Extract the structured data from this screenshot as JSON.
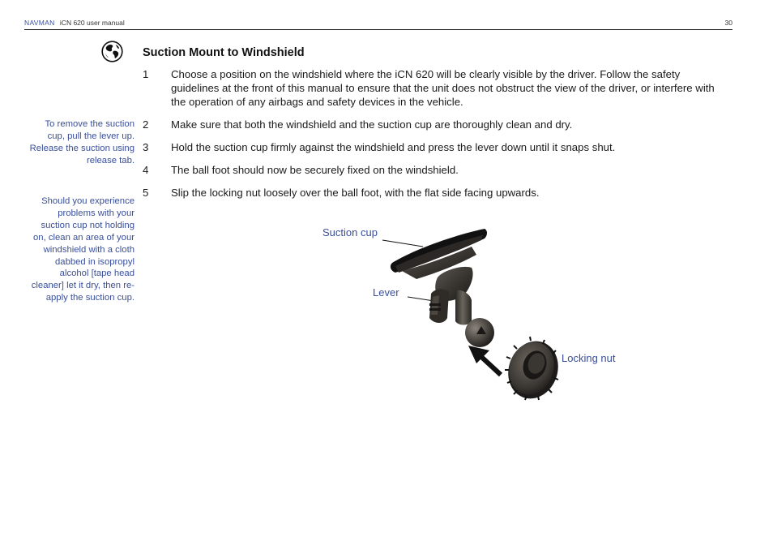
{
  "header": {
    "brand": "NAVMAN",
    "doc_title": "iCN 620 user manual",
    "page_number": "30"
  },
  "section": {
    "title": "Suction Mount to Windshield"
  },
  "steps": [
    {
      "number": "1",
      "text": "Choose a position on the windshield where the iCN 620 will be clearly visible by the driver. Follow the safety guidelines at the front of this manual to ensure that the unit does not obstruct the view of the driver, or interfere with the operation of any airbags and safety devices in the vehicle."
    },
    {
      "number": "2",
      "text": "Make sure that both the windshield and the suction cup are thoroughly clean and dry."
    },
    {
      "number": "3",
      "text": "Hold the suction cup firmly against the windshield and press the lever down until it snaps shut."
    },
    {
      "number": "4",
      "text": "The ball foot should now be securely fixed on the windshield."
    },
    {
      "number": "5",
      "text": "Slip the locking nut loosely over the ball foot, with the flat side facing upwards."
    }
  ],
  "sidebar_notes": [
    "To remove the suction cup, pull the lever up. Release the suction using release tab.",
    "Should you experience problems with your suction cup not holding on, clean an area of your windshield with a cloth dabbed in isopropyl alcohol [tape head cleaner] let it dry, then re-apply the suction cup."
  ],
  "figure_labels": {
    "suction_cup": "Suction cup",
    "lever": "Lever",
    "locking_nut": "Locking nut"
  },
  "icons": {
    "section_icon": "globe-icon"
  },
  "colors": {
    "accent": "#3a4f9a",
    "text": "#1a1a1a",
    "rule": "#222222"
  }
}
